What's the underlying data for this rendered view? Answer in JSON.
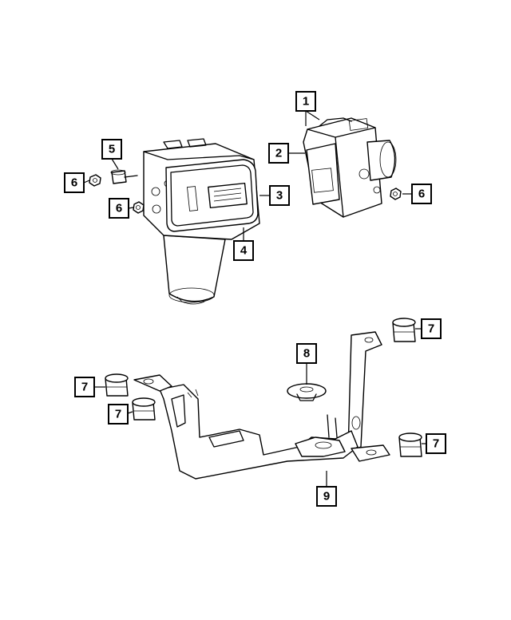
{
  "callouts": [
    {
      "id": "c1a",
      "label": "1"
    },
    {
      "id": "c2",
      "label": "2"
    },
    {
      "id": "c3",
      "label": "3"
    },
    {
      "id": "c4",
      "label": "4"
    },
    {
      "id": "c5",
      "label": "5"
    },
    {
      "id": "c6a",
      "label": "6"
    },
    {
      "id": "c6b",
      "label": "6"
    },
    {
      "id": "c6c",
      "label": "6"
    },
    {
      "id": "c7a",
      "label": "7"
    },
    {
      "id": "c7b",
      "label": "7"
    },
    {
      "id": "c7c",
      "label": "7"
    },
    {
      "id": "c7d",
      "label": "7"
    },
    {
      "id": "c8",
      "label": "8"
    },
    {
      "id": "c9",
      "label": "9"
    }
  ]
}
